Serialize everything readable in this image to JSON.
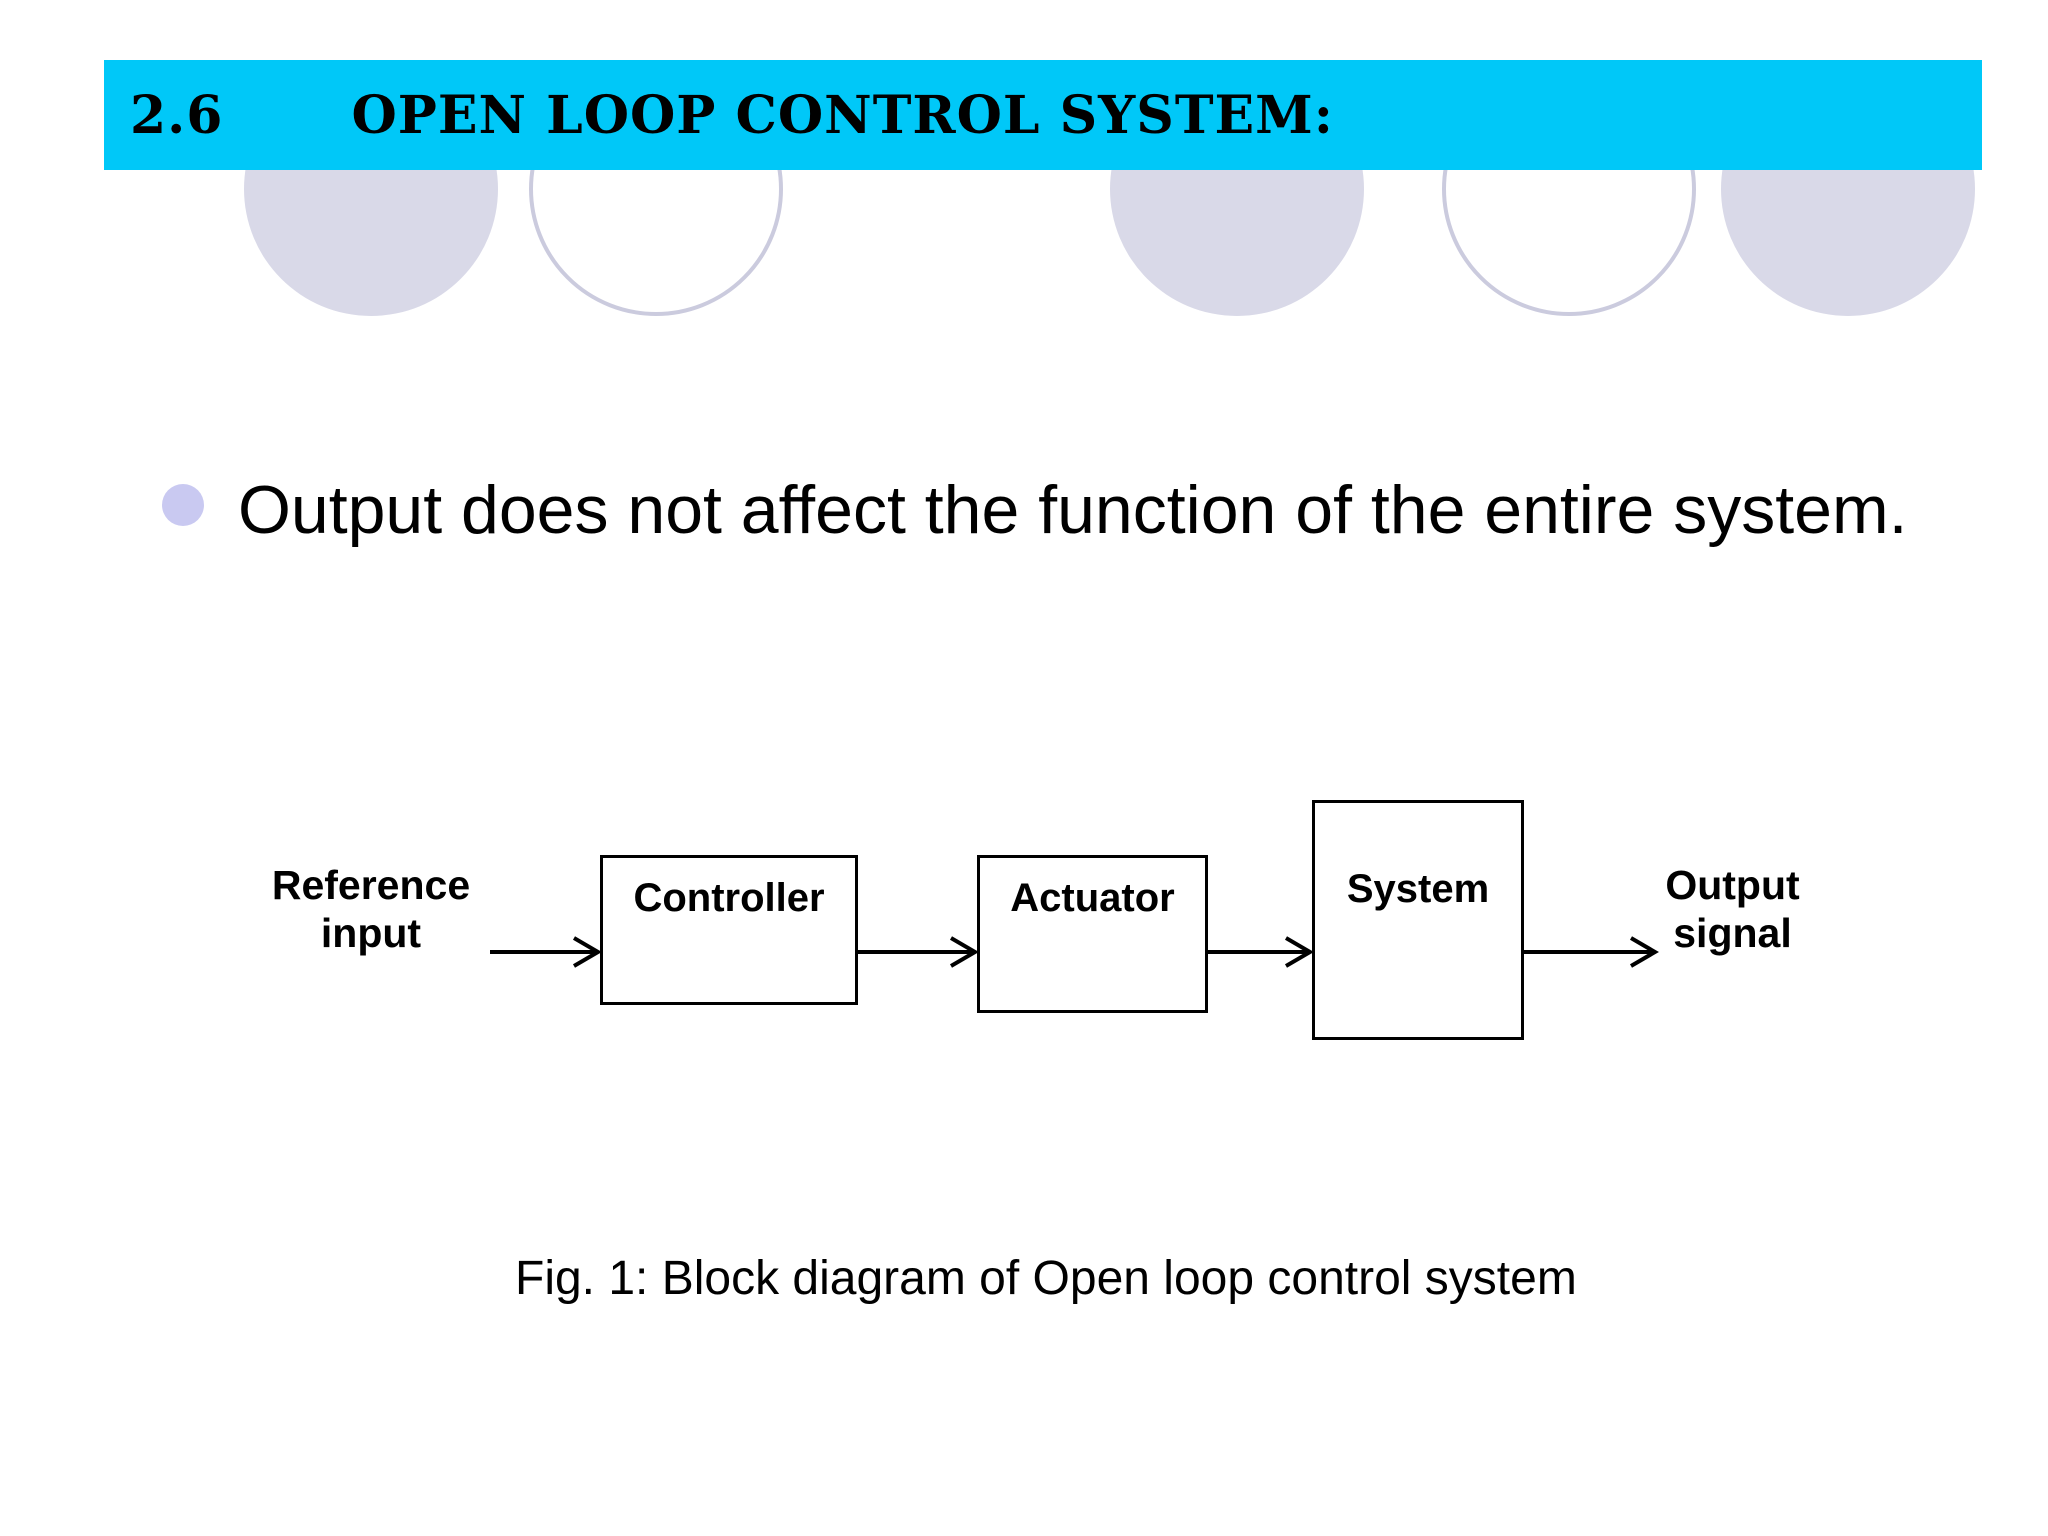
{
  "header": {
    "section_number": "2.6",
    "title": "OPEN LOOP CONTROL SYSTEM:"
  },
  "bullet": {
    "text": "Output does not affect the function of the entire system."
  },
  "diagram": {
    "input_label_line1": "Reference",
    "input_label_line2": "input",
    "blocks": [
      {
        "label": "Controller"
      },
      {
        "label": "Actuator"
      },
      {
        "label": "System"
      }
    ],
    "output_label_line1": "Output",
    "output_label_line2": "signal"
  },
  "caption": "Fig. 1: Block diagram of Open loop control system",
  "decorative_circles": [
    {
      "variant": "filled"
    },
    {
      "variant": "outlined"
    },
    {
      "variant": "filled"
    },
    {
      "variant": "outlined"
    },
    {
      "variant": "filled"
    }
  ],
  "colors": {
    "header_bg": "#00C8F8",
    "circle_fill": "#D9D9E8",
    "circle_stroke": "#CBCBDE",
    "bullet_dot": "#C9C9F1",
    "diagram_line": "#000000",
    "text": "#000000"
  }
}
